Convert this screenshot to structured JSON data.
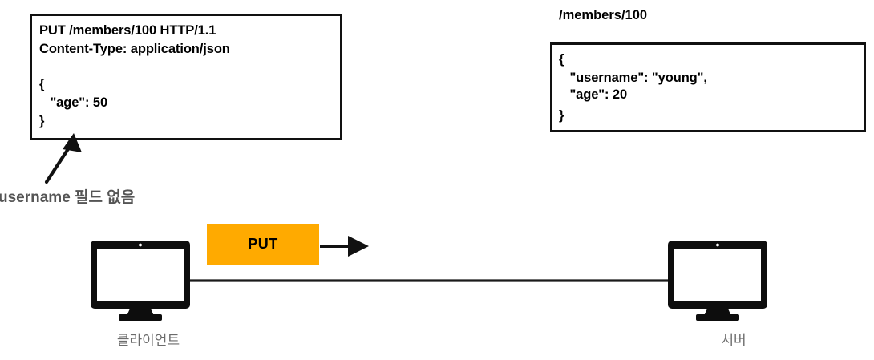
{
  "diagram": {
    "title_semantics": "HTTP PUT request replaces resource representation",
    "request_box": {
      "request_line": "PUT /members/100 HTTP/1.1",
      "header_line": "Content-Type: application/json",
      "body_lines": [
        "{",
        "   \"age\": 50",
        "}"
      ]
    },
    "resource_box": {
      "path_label": "/members/100",
      "body_lines": [
        "{",
        "   \"username\": \"young\",",
        "   \"age\": 20",
        "}"
      ]
    },
    "annotation": {
      "text": "username 필드 없음"
    },
    "method_badge": {
      "label": "PUT"
    },
    "nodes": {
      "client_label": "클라이언트",
      "server_label": "서버"
    },
    "icons": {
      "client": "monitor-icon",
      "server": "monitor-icon",
      "flow_arrow": "arrow-right-icon",
      "callout_arrow": "arrow-up-left-icon"
    },
    "colors": {
      "accent_orange": "#FFAA00",
      "ink": "#000000",
      "label_gray": "#6b6b6b",
      "annotation_gray": "#555555"
    }
  }
}
